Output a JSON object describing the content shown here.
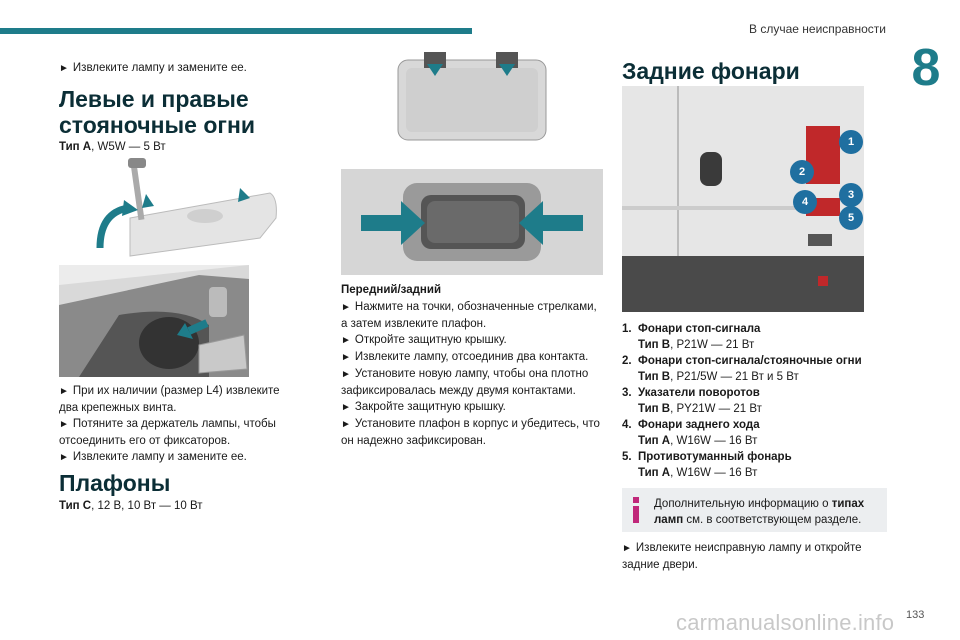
{
  "header": {
    "title": "В случае неисправности",
    "chapter": "8",
    "page_number": "133"
  },
  "watermark": "carmanualsonline.info",
  "col1": {
    "intro_bullet": "Извлеките лампу и замените ее.",
    "section1_title": "Левые и правые стояночные огни",
    "section1_type_label": "Тип A",
    "section1_type_spec": ", W5W — 5 Вт",
    "bullets": [
      "При их наличии (размер L4) извлеките два крепежных винта.",
      "Потяните за держатель лампы, чтобы отсоединить его от фиксаторов.",
      "Извлеките лампу и замените ее."
    ],
    "section2_title": "Плафоны",
    "section2_type_label": "Тип C",
    "section2_type_spec": ", 12 В, 10 Вт — 10 Вт"
  },
  "col2": {
    "subtitle": "Передний/задний",
    "bullets": [
      "Нажмите на точки, обозначенные стрелками, а затем извлеките плафон.",
      "Откройте защитную крышку.",
      "Извлеките лампу, отсоединив два контакта.",
      "Установите новую лампу, чтобы она плотно зафиксировалась между двумя контактами.",
      "Закройте защитную крышку.",
      "Установите плафон в корпус и убедитесь, что он надежно зафиксирован."
    ]
  },
  "col3": {
    "title": "Задние фонари",
    "callouts": [
      "1",
      "2",
      "3",
      "4",
      "5"
    ],
    "legend": [
      {
        "num": "1.",
        "label": "Фонари стоп-сигнала",
        "type": "Тип B",
        "spec": ", P21W — 21 Вт"
      },
      {
        "num": "2.",
        "label": "Фонари стоп-сигнала/стояночные огни",
        "type": "Тип B",
        "spec": ", P21/5W — 21 Вт и 5 Вт"
      },
      {
        "num": "3.",
        "label": "Указатели поворотов",
        "type": "Тип B",
        "spec": ", PY21W — 21 Вт"
      },
      {
        "num": "4.",
        "label": "Фонари заднего хода",
        "type": "Тип A",
        "spec": ", W16W — 16 Вт"
      },
      {
        "num": "5.",
        "label": "Противотуманный фонарь",
        "type": "Тип A",
        "spec": ", W16W — 16 Вт"
      }
    ],
    "info": {
      "pre": "Дополнительную информацию о ",
      "bold1": "типах ламп",
      "post": " см. в соответствующем разделе."
    },
    "final_bullet": "Извлеките неисправную лампу и откройте задние двери."
  },
  "colors": {
    "accent": "#1e7c8a",
    "heading": "#0b2e36",
    "callout": "#1f6fa0",
    "lamp_red": "#c0282a"
  }
}
